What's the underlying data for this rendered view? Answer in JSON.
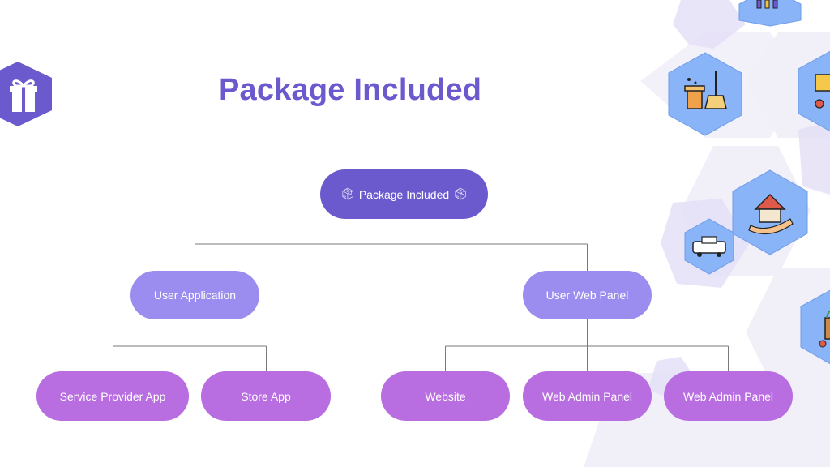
{
  "page": {
    "title": "Package Included"
  },
  "diagram": {
    "root": {
      "label": "Package Included",
      "icon": "package-icon"
    },
    "branches": [
      {
        "label": "User Application",
        "children": [
          "Service Provider App",
          "Store App"
        ]
      },
      {
        "label": "User Web Panel",
        "children": [
          "Website",
          "Web Admin Panel",
          "Web Admin Panel"
        ]
      }
    ]
  },
  "colors": {
    "title": "#6a5acd",
    "root_node": "#6a5acd",
    "mid_node": "#9b8df0",
    "leaf_node": "#b86de0",
    "hex_fill": "#8ab4f8",
    "hex_bg": "#ece9f8"
  },
  "decor_icons": [
    "gift-icon",
    "cleaning-bucket-broom-icon",
    "house-hand-icon",
    "taxi-icon",
    "grocery-bag-icon",
    "cosmetics-icon",
    "delivery-person-icon"
  ]
}
